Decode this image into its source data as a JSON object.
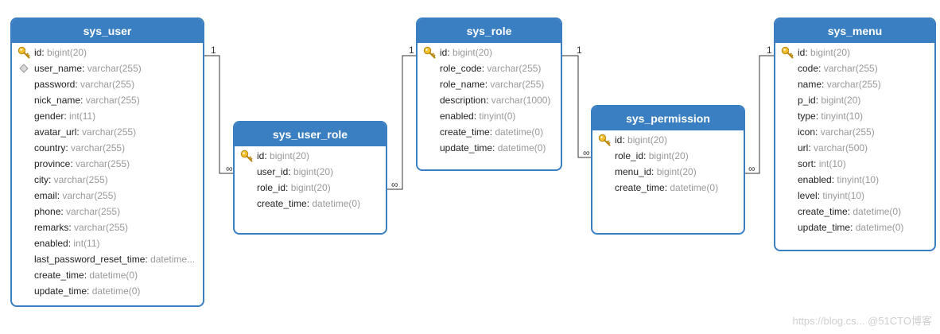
{
  "tables": {
    "sys_user": {
      "title": "sys_user",
      "columns": [
        {
          "name": "id",
          "type": "bigint(20)",
          "icon": "key-icon"
        },
        {
          "name": "user_name",
          "type": "varchar(255)",
          "icon": "index-diamond-icon"
        },
        {
          "name": "password",
          "type": "varchar(255)"
        },
        {
          "name": "nick_name",
          "type": "varchar(255)"
        },
        {
          "name": "gender",
          "type": "int(11)"
        },
        {
          "name": "avatar_url",
          "type": "varchar(255)"
        },
        {
          "name": "country",
          "type": "varchar(255)"
        },
        {
          "name": "province",
          "type": "varchar(255)"
        },
        {
          "name": "city",
          "type": "varchar(255)"
        },
        {
          "name": "email",
          "type": "varchar(255)"
        },
        {
          "name": "phone",
          "type": "varchar(255)"
        },
        {
          "name": "remarks",
          "type": "varchar(255)"
        },
        {
          "name": "enabled",
          "type": "int(11)"
        },
        {
          "name": "last_password_reset_time",
          "type": "datetime..."
        },
        {
          "name": "create_time",
          "type": "datetime(0)"
        },
        {
          "name": "update_time",
          "type": "datetime(0)"
        }
      ]
    },
    "sys_user_role": {
      "title": "sys_user_role",
      "columns": [
        {
          "name": "id",
          "type": "bigint(20)",
          "icon": "key-icon"
        },
        {
          "name": "user_id",
          "type": "bigint(20)"
        },
        {
          "name": "role_id",
          "type": "bigint(20)"
        },
        {
          "name": "create_time",
          "type": "datetime(0)"
        }
      ]
    },
    "sys_role": {
      "title": "sys_role",
      "columns": [
        {
          "name": "id",
          "type": "bigint(20)",
          "icon": "key-icon"
        },
        {
          "name": "role_code",
          "type": "varchar(255)"
        },
        {
          "name": "role_name",
          "type": "varchar(255)"
        },
        {
          "name": "description",
          "type": "varchar(1000)"
        },
        {
          "name": "enabled",
          "type": "tinyint(0)"
        },
        {
          "name": "create_time",
          "type": "datetime(0)"
        },
        {
          "name": "update_time",
          "type": "datetime(0)"
        }
      ]
    },
    "sys_permission": {
      "title": "sys_permission",
      "columns": [
        {
          "name": "id",
          "type": "bigint(20)",
          "icon": "key-icon"
        },
        {
          "name": "role_id",
          "type": "bigint(20)"
        },
        {
          "name": "menu_id",
          "type": "bigint(20)"
        },
        {
          "name": "create_time",
          "type": "datetime(0)"
        }
      ]
    },
    "sys_menu": {
      "title": "sys_menu",
      "columns": [
        {
          "name": "id",
          "type": "bigint(20)",
          "icon": "key-icon"
        },
        {
          "name": "code",
          "type": "varchar(255)"
        },
        {
          "name": "name",
          "type": "varchar(255)"
        },
        {
          "name": "p_id",
          "type": "bigint(20)"
        },
        {
          "name": "type",
          "type": "tinyint(10)"
        },
        {
          "name": "icon",
          "type": "varchar(255)"
        },
        {
          "name": "url",
          "type": "varchar(500)"
        },
        {
          "name": "sort",
          "type": "int(10)"
        },
        {
          "name": "enabled",
          "type": "tinyint(10)"
        },
        {
          "name": "level",
          "type": "tinyint(10)"
        },
        {
          "name": "create_time",
          "type": "datetime(0)"
        },
        {
          "name": "update_time",
          "type": "datetime(0)"
        }
      ]
    }
  },
  "relationships": [
    {
      "from": "sys_user",
      "to": "sys_user_role",
      "from_card": "1",
      "to_card": "∞"
    },
    {
      "from": "sys_role",
      "to": "sys_user_role",
      "from_card": "1",
      "to_card": "∞"
    },
    {
      "from": "sys_role",
      "to": "sys_permission",
      "from_card": "1",
      "to_card": "∞"
    },
    {
      "from": "sys_menu",
      "to": "sys_permission",
      "from_card": "1",
      "to_card": "∞"
    }
  ],
  "watermark": "https://blog.cs... @51CTO博客",
  "colors": {
    "header": "#3a7fc1",
    "border": "#3a7fc1",
    "type_text": "#999999",
    "connector": "#333333"
  }
}
